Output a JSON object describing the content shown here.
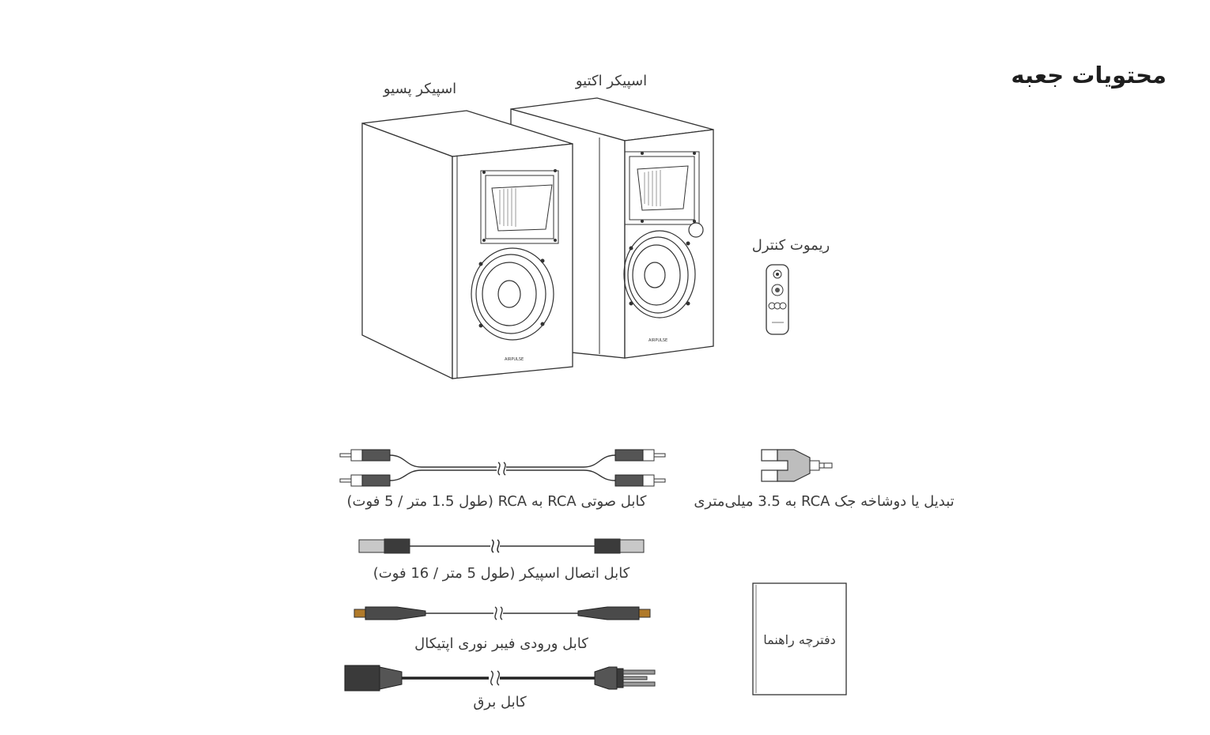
{
  "heading": "محتویات جعبه",
  "items": {
    "passive_speaker": "اسپیکر پسیو",
    "active_speaker": "اسپیکر اکتیو",
    "remote_control": "ریموت کنترل",
    "rca_cable": "کابل صوتی RCA به RCA (طول 1.5 متر / 5 فوت)",
    "adapter": "تبدیل یا دوشاخه جک RCA به 3.5 میلی‌متری",
    "speaker_cable": "کابل اتصال اسپیکر (طول 5 متر / 16 فوت)",
    "optical_cable": "کابل ورودی فیبر نوری اپتیکال",
    "power_cable": "کابل برق",
    "manual": "دفترچه راهنما"
  },
  "brand_mark": "AIRPULSE"
}
